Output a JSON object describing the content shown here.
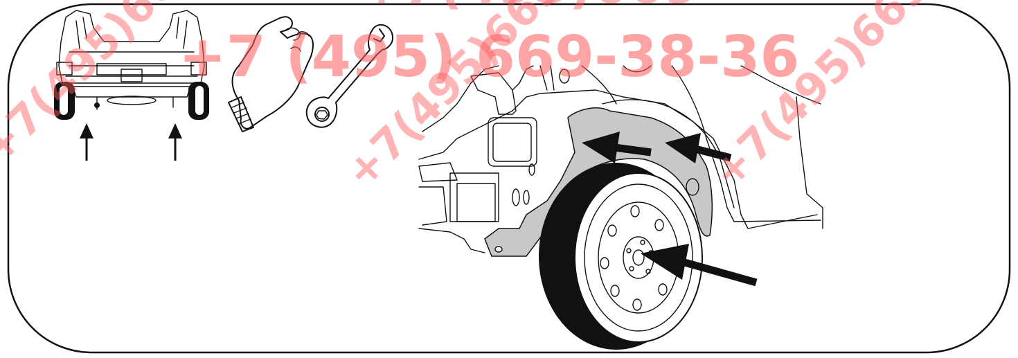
{
  "watermark": {
    "phone_main": "+7 (495) 669-38-36",
    "phone_diagonal": "+7(495)669",
    "phone_partial_top": "+7(495)669",
    "color": "#ff5a5a"
  },
  "diagram": {
    "frame_color": "#111111",
    "shaded_part_color": "#c8c8c8",
    "icons": [
      "vehicle-lift-points-icon",
      "glove-icon",
      "wrench-icon"
    ],
    "arrows": [
      "lift-arrow-left",
      "lift-arrow-right",
      "liner-arrow-upper",
      "liner-arrow-front",
      "wheel-hub-arrow"
    ]
  }
}
